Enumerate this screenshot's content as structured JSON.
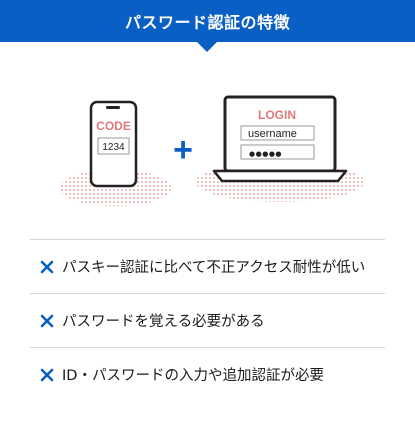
{
  "header": {
    "title": "パスワード認証の特徴"
  },
  "illustration": {
    "phone": {
      "label": "CODE",
      "code": "1234"
    },
    "plus": "+",
    "laptop": {
      "label": "LOGIN",
      "username": "username",
      "password": "●●●●●"
    }
  },
  "features": [
    {
      "text": "パスキー認証に比べて不正アクセス耐性が低い"
    },
    {
      "text": "パスワードを覚える必要がある"
    },
    {
      "text": "ID・パスワードの入力や追加認証が必要"
    }
  ],
  "colors": {
    "header_bg": "#0a5fc4",
    "accent_red": "#e0787c",
    "x_icon": "#0a5fc4"
  }
}
